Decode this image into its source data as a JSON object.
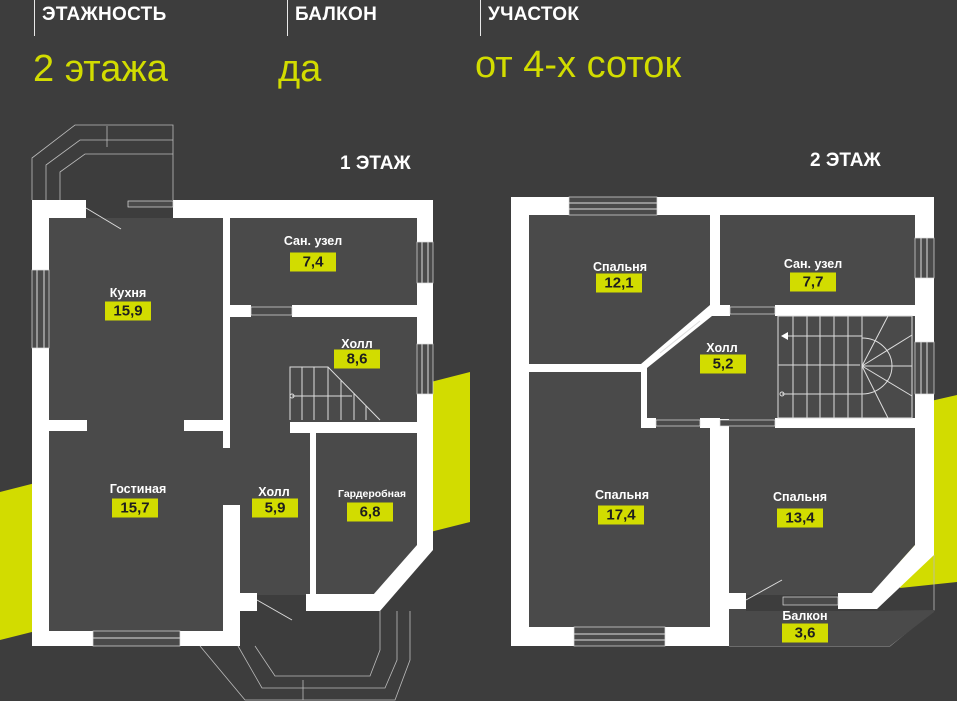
{
  "header": [
    {
      "title": "ЭТАЖНОСТЬ",
      "value": "2 этажа"
    },
    {
      "title": "БАЛКОН",
      "value": "да"
    },
    {
      "title": "УЧАСТОК",
      "value": "от 4-х соток"
    }
  ],
  "colors": {
    "accent": "#d2dc00",
    "background": "#3d3d3d",
    "room": "#4a4a4a",
    "wall": "#ffffff"
  },
  "floor1": {
    "title": "1 ЭТАЖ",
    "rooms": [
      {
        "name": "Сан. узел",
        "area": "7,4"
      },
      {
        "name": "Кухня",
        "area": "15,9"
      },
      {
        "name": "Холл",
        "area": "8,6"
      },
      {
        "name": "Гостиная",
        "area": "15,7"
      },
      {
        "name": "Холл",
        "area": "5,9"
      },
      {
        "name": "Гардеробная",
        "area": "6,8"
      }
    ]
  },
  "floor2": {
    "title": "2 ЭТАЖ",
    "rooms": [
      {
        "name": "Спальня",
        "area": "12,1"
      },
      {
        "name": "Сан. узел",
        "area": "7,7"
      },
      {
        "name": "Холл",
        "area": "5,2"
      },
      {
        "name": "Спальня",
        "area": "17,4"
      },
      {
        "name": "Спальня",
        "area": "13,4"
      },
      {
        "name": "Балкон",
        "area": "3,6"
      }
    ]
  }
}
